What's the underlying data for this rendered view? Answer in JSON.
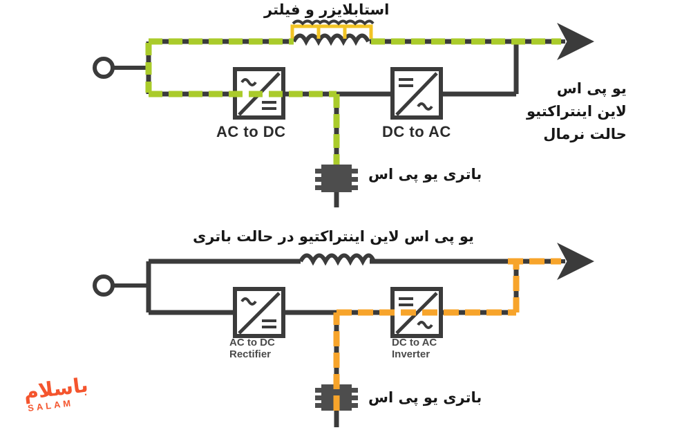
{
  "page": {
    "title": "UPS Line Interactive Diagram",
    "background": "#ffffff"
  },
  "colors": {
    "wire": "#3b3b3b",
    "flow_green": "#AACB2B",
    "flow_orange": "#F7A42B",
    "filter_yellow": "#F2C425",
    "text": "#171717",
    "text_gray": "#4a4a4a",
    "logo": "#F4552E"
  },
  "logo": {
    "name": "basalam-logo",
    "main_text": "باسلام",
    "sub_text": "SALAM"
  },
  "top_diagram": {
    "name": "ups-line-interactive-normal-mode",
    "filter_label": "استابلایزر و فیلتر",
    "side_label_lines": [
      "یو پی اس",
      "لاین اینتراکتیو",
      "حالت نرمال"
    ],
    "rectifier_label": "AC to DC",
    "inverter_label": "DC to AC",
    "battery_label": "باتری یو پی اس",
    "flow_color": "#AACB2B",
    "flow_path": "mains through stabilizer/filter to output; mains also to rectifier and to battery"
  },
  "bottom_diagram": {
    "name": "ups-line-interactive-battery-mode",
    "title": "یو پی اس لاین اینتراکتیو در حالت باتری",
    "rectifier_label_line1": "AC to DC",
    "rectifier_label_line2": "Rectifier",
    "inverter_label_line1": "DC to AC",
    "inverter_label_line2": "Inverter",
    "battery_label": "باتری یو پی اس",
    "flow_color": "#F7A42B",
    "flow_path": "battery through inverter up to output"
  },
  "symbols": {
    "mains_terminal": "ring-terminal-icon",
    "inductor": "inductor-coil-icon",
    "filter": "filter-zigzag-icon",
    "rectifier_box": "ac-to-dc-converter-icon",
    "inverter_box": "dc-to-ac-converter-icon",
    "battery": "battery-icon",
    "output_arrow": "arrow-right-icon"
  }
}
